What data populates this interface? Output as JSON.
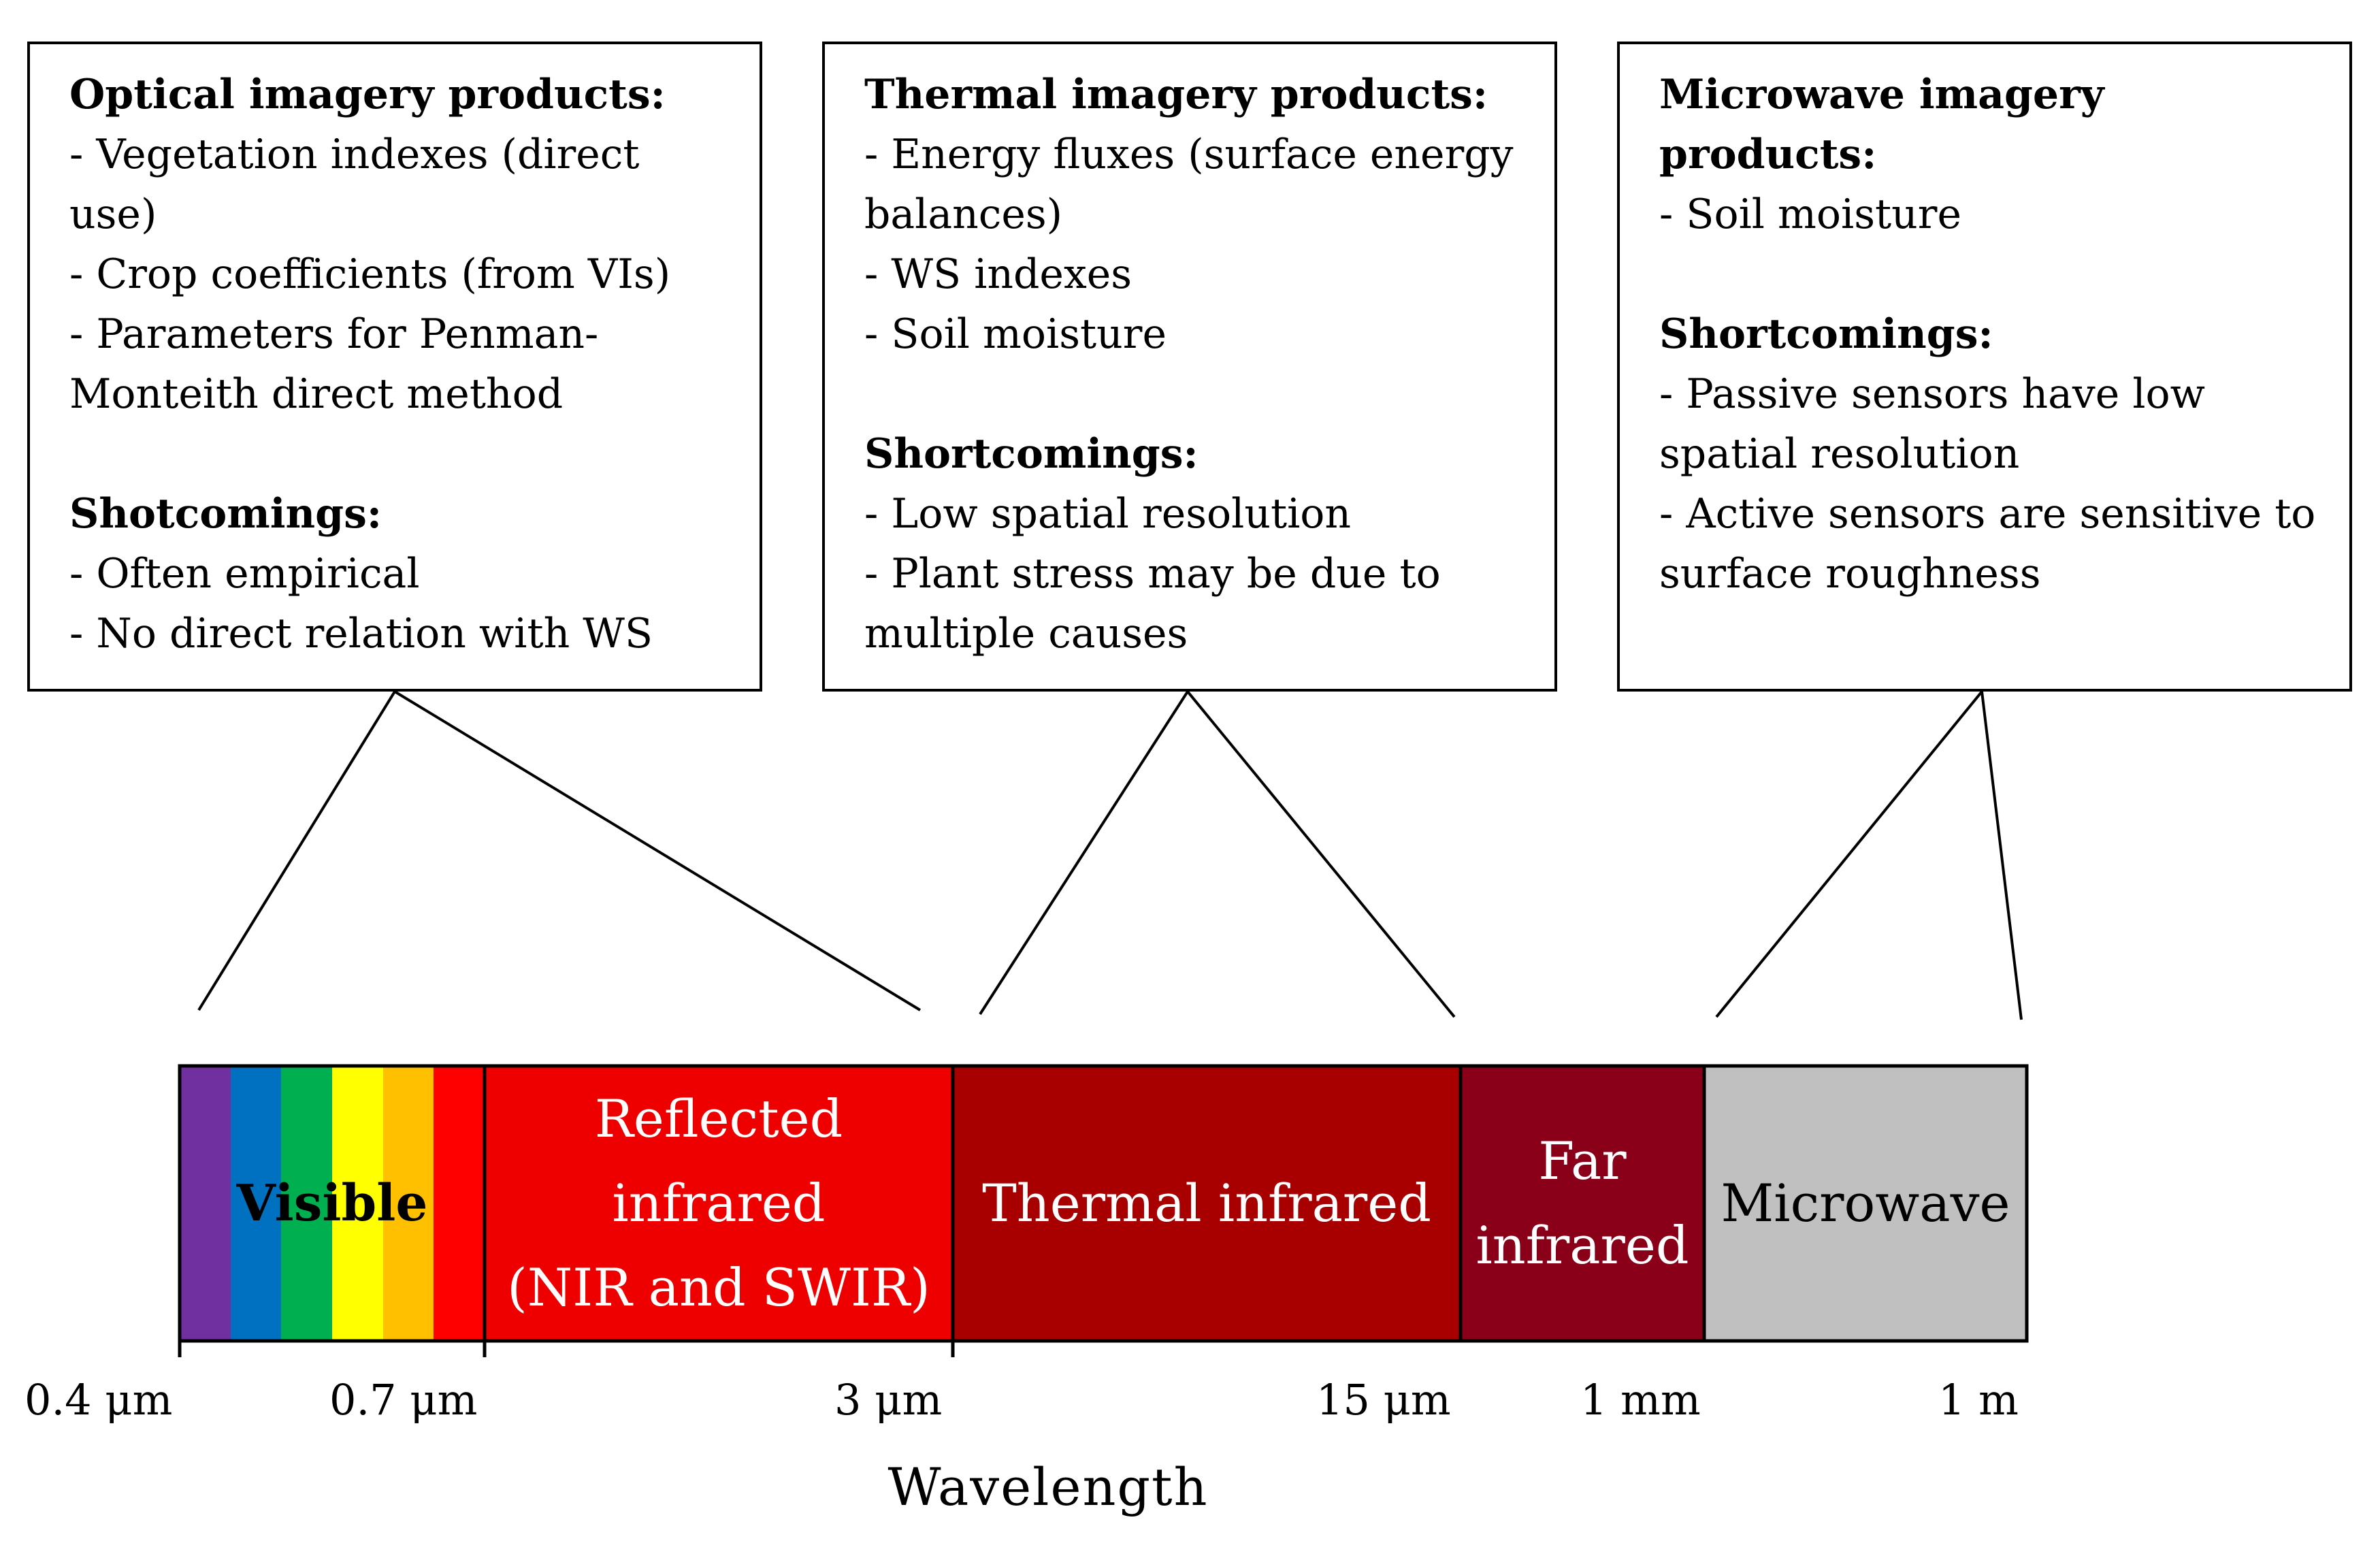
{
  "boxes": {
    "optical": {
      "heading": "Optical imagery products:",
      "lines": [
        "- Vegetation indexes (direct use)",
        "- Crop coefficients (from VIs)",
        "- Parameters for Penman-",
        "Monteith direct method"
      ],
      "shortcomings_heading": "Shotcomings:",
      "shortcomings": [
        "- Often empirical",
        "- No direct relation with WS"
      ]
    },
    "thermal": {
      "heading": "Thermal imagery products:",
      "lines": [
        "- Energy fluxes (surface energy",
        "balances)",
        "- WS indexes",
        "- Soil moisture"
      ],
      "shortcomings_heading": "Shortcomings:",
      "shortcomings": [
        "- Low spatial resolution",
        "- Plant stress may be due to",
        "multiple  causes"
      ]
    },
    "microwave": {
      "heading": "Microwave imagery products:",
      "lines": [
        "- Soil moisture"
      ],
      "shortcomings_heading": "Shortcomings:",
      "shortcomings": [
        "- Passive sensors have low",
        "spatial resolution",
        "- Active sensors are sensitive to",
        "surface roughness"
      ]
    }
  },
  "spectrum": {
    "visible_label": "Visible",
    "visible_colors": [
      "#7030a0",
      "#0070c0",
      "#00b050",
      "#ffff00",
      "#ffc000",
      "#ff0000"
    ],
    "segments": [
      {
        "line1": "Reflected infrared",
        "line2": "(NIR and SWIR)",
        "color": "#ee0000",
        "text_color": "#ffffff"
      },
      {
        "line1": "Thermal infrared",
        "line2": "",
        "color": "#a80000",
        "text_color": "#ffffff"
      },
      {
        "line1": "Far",
        "line2": "infrared",
        "color": "#8b0018",
        "text_color": "#ffffff"
      },
      {
        "line1": "Microwave",
        "line2": "",
        "color": "#c0c0c0",
        "text_color": "#000000"
      }
    ],
    "ticks": [
      "0.4 μm",
      "0.7 μm",
      "3 μm",
      "15 μm",
      "1 mm",
      "1 m"
    ],
    "axis_label": "Wavelength"
  }
}
